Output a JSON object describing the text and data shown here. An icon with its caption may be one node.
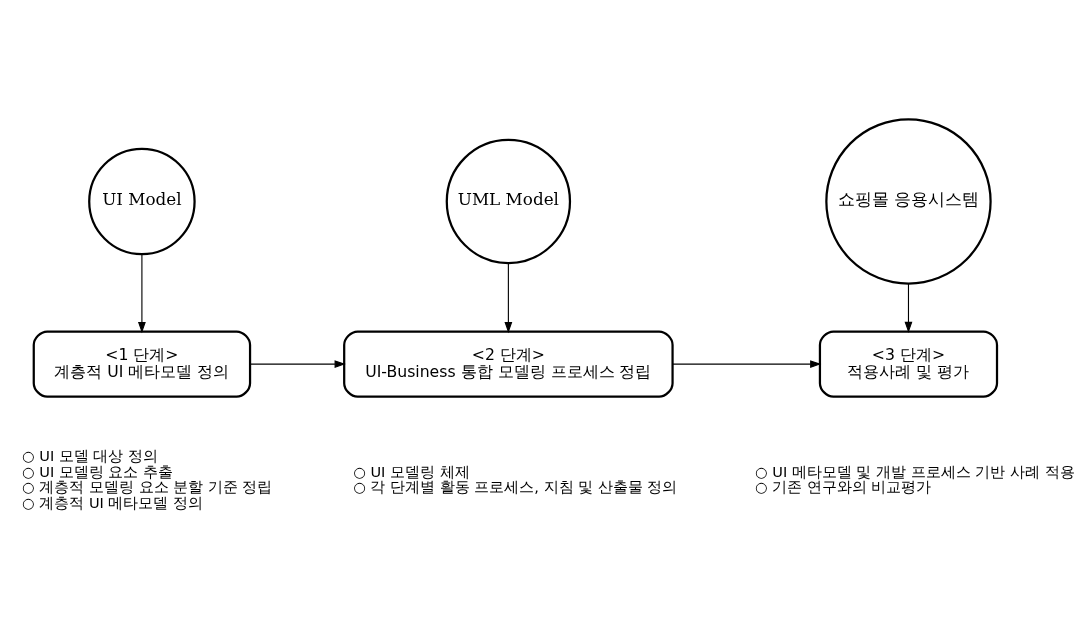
{
  "diagram": {
    "nodes": [
      {
        "text": [
          "UI Model"
        ]
      },
      {
        "text": [
          "UML Model"
        ]
      },
      {
        "text": [
          "쇼핑몰 응용시스템"
        ]
      },
      {
        "text": [
          "<1 단계>",
          "계층적 UI 메타모델 정의"
        ],
        "beside": [
          "○ UI 모델 대상 정의",
          "○ UI 모델링 요소 추출",
          "○ 계층적 모델링 요소 분할 기준 정립",
          "○ 계층적 UI 메타모델 정의"
        ]
      },
      {
        "text": [
          "<2 단계>",
          "UI-Business 통합 모델링 프로세스 정립"
        ],
        "beside": [
          "○ UI 모델링 체제",
          "○ 각 단계별 활동 프로세스, 지침 및 산출물 정의"
        ]
      },
      {
        "text": [
          "<3 단계>",
          "적용사례 및 평가"
        ],
        "beside": [
          "○ UI 메타모델 및 개발 프로세스 기반 사례 적용",
          "○ 기존 연구와의 비교평가"
        ]
      }
    ],
    "edges": [
      {
        "from": 0,
        "to": 3,
        "arrow": "to"
      },
      {
        "from": 1,
        "to": 4,
        "arrow": "to"
      },
      {
        "from": 2,
        "to": 5,
        "arrow": "to"
      },
      {
        "from": 3,
        "to": 4,
        "arrow": "to"
      },
      {
        "from": 4,
        "to": 5,
        "arrow": "to"
      }
    ]
  }
}
